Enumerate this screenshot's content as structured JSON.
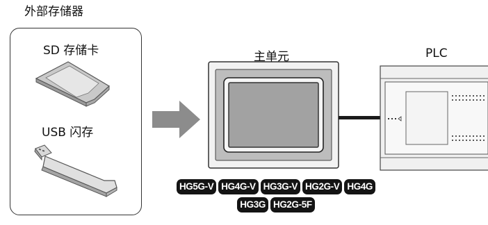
{
  "external_storage": {
    "title": "外部存储器",
    "sd_label": "SD 存储卡",
    "usb_label": "USB 闪存"
  },
  "main_unit": {
    "label": "主单元"
  },
  "plc": {
    "label": "PLC"
  },
  "models": [
    "HG5G-V",
    "HG4G-V",
    "HG3G-V",
    "HG2G-V",
    "HG4G",
    "HG3G",
    "HG2G-5F"
  ],
  "colors": {
    "arrow": "#8c8c8c",
    "badge_bg": "#141414",
    "badge_text": "#ffffff"
  }
}
